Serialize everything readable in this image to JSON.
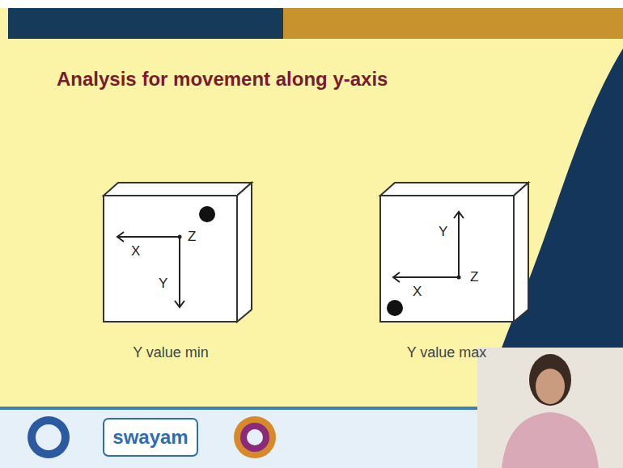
{
  "diagram": {
    "title": "Analysis for movement along y-axis",
    "nodes": [
      {
        "text": [
          "Z",
          "X",
          "Y"
        ]
      },
      {
        "text": [
          "Z",
          "X",
          "Y"
        ]
      }
    ],
    "labels": [
      "Y value min",
      "Y value max",
      "swayam"
    ]
  }
}
